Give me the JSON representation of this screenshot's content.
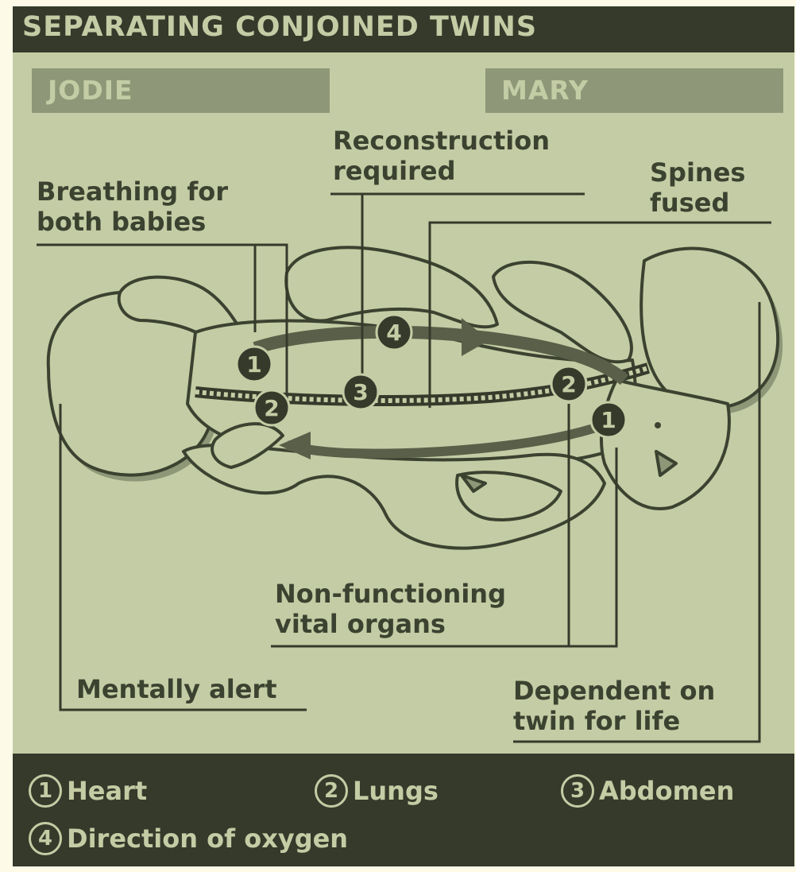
{
  "title": "SEPARATING CONJOINED TWINS",
  "twins": {
    "left": "JODIE",
    "right": "MARY"
  },
  "labels": {
    "breathing_1": "Breathing for",
    "breathing_2": "both babies",
    "reconstruction_1": "Reconstruction",
    "reconstruction_2": "required",
    "spines_1": "Spines",
    "spines_2": "fused",
    "nonfunc_1": "Non-functioning",
    "nonfunc_2": "vital organs",
    "mentally": "Mentally alert",
    "dependent_1": "Dependent on",
    "dependent_2": "twin for life"
  },
  "markers": {
    "heart": "1",
    "lungs": "2",
    "abdomen": "3",
    "oxygen": "4"
  },
  "legend": [
    {
      "num": "1",
      "label": "Heart"
    },
    {
      "num": "2",
      "label": "Lungs"
    },
    {
      "num": "3",
      "label": "Abdomen"
    },
    {
      "num": "4",
      "label": "Direction of oxygen"
    }
  ],
  "colors": {
    "panel": "#c3cca4",
    "dark": "#353a2b",
    "name_bar": "#8e9878",
    "outline": "#3c4230"
  }
}
